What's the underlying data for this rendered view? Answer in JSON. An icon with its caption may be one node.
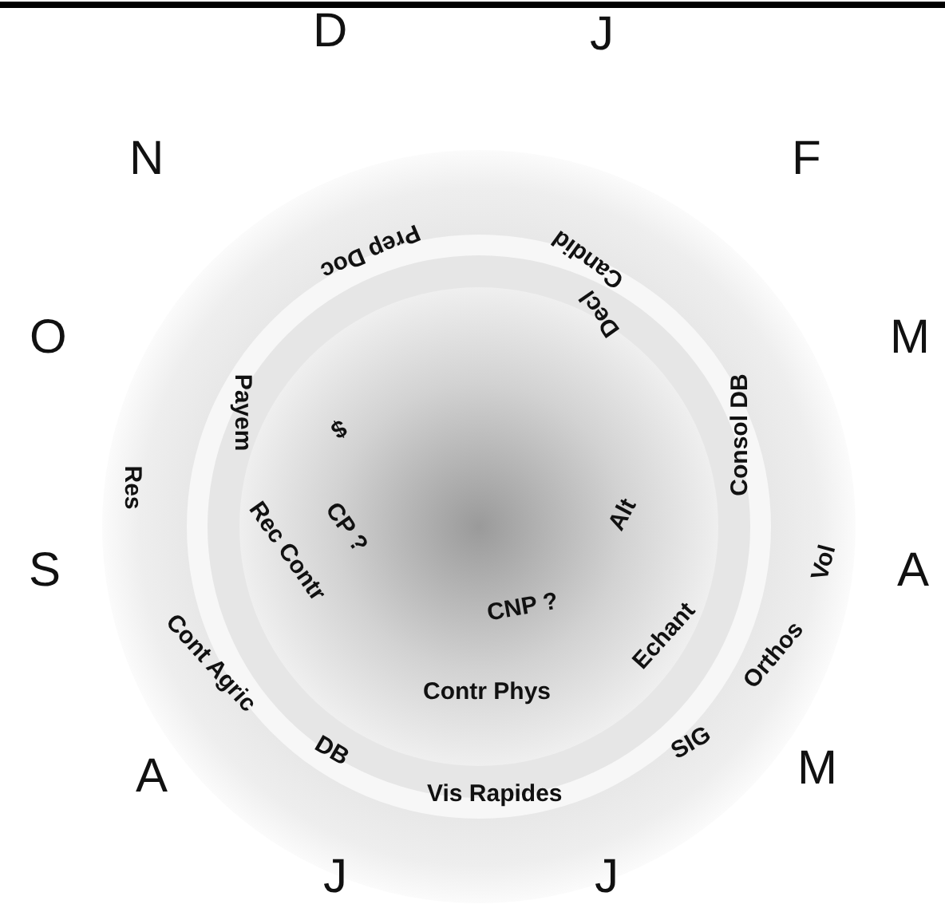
{
  "diagram": {
    "labels": [
      "D",
      "J",
      "N",
      "F",
      "O",
      "M",
      "Prep Doc",
      "Candid",
      "Payem",
      "$",
      "Decl",
      "Consol DB",
      "Res",
      "CP ?",
      "Alt",
      "S",
      "A",
      "Rec Contr",
      "Vol",
      "CNP ?",
      "Cont Agric",
      "Echant",
      "Orthos",
      "Contr Phys",
      "A",
      "M",
      "DB",
      "SIG",
      "Vis Rapides",
      "J",
      "J"
    ]
  }
}
